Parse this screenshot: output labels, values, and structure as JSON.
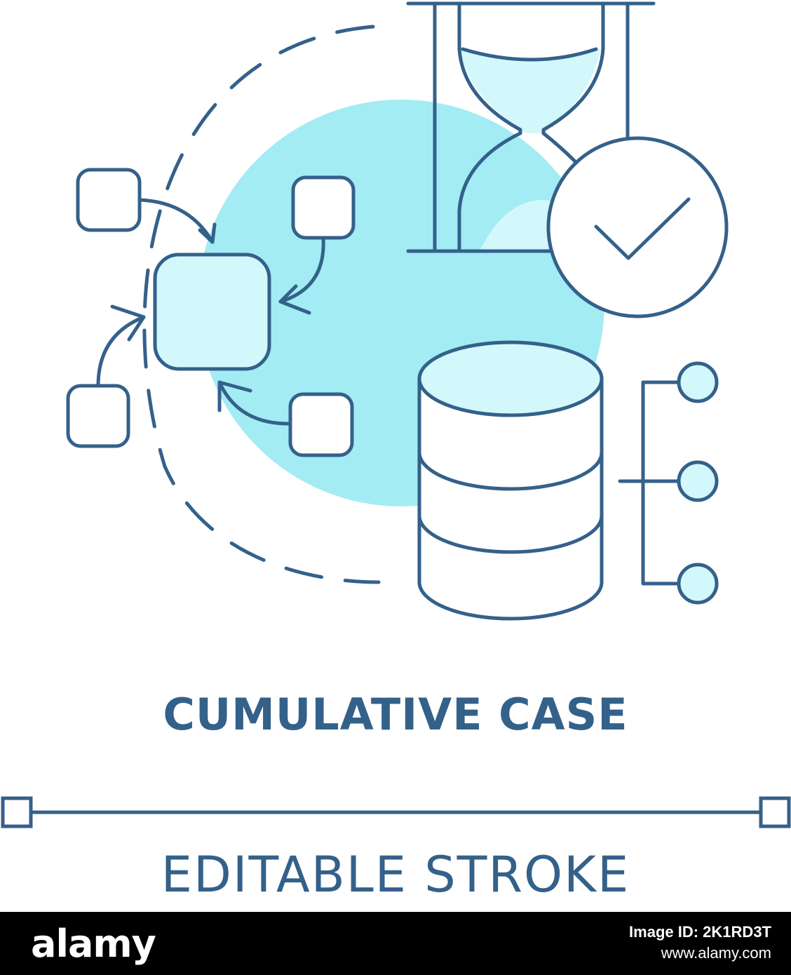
{
  "title": "CUMULATIVE CASE",
  "subtitle": "EDITABLE STROKE",
  "watermark": {
    "logo": "alamy",
    "image_id": "Image ID: 2K1RD3T",
    "url": "www.alamy.com"
  },
  "colors": {
    "stroke": "#34618a",
    "fill_light": "#d2f8fc",
    "circle_bg": "#a3ecf4",
    "footer_bg": "#000000",
    "footer_text": "#ffffff"
  },
  "icons": [
    "flowchart-icon",
    "hourglass-icon",
    "checkmark-icon",
    "database-icon",
    "network-nodes-icon",
    "dashed-cycle-arc-icon",
    "editable-stroke-line-icon"
  ]
}
